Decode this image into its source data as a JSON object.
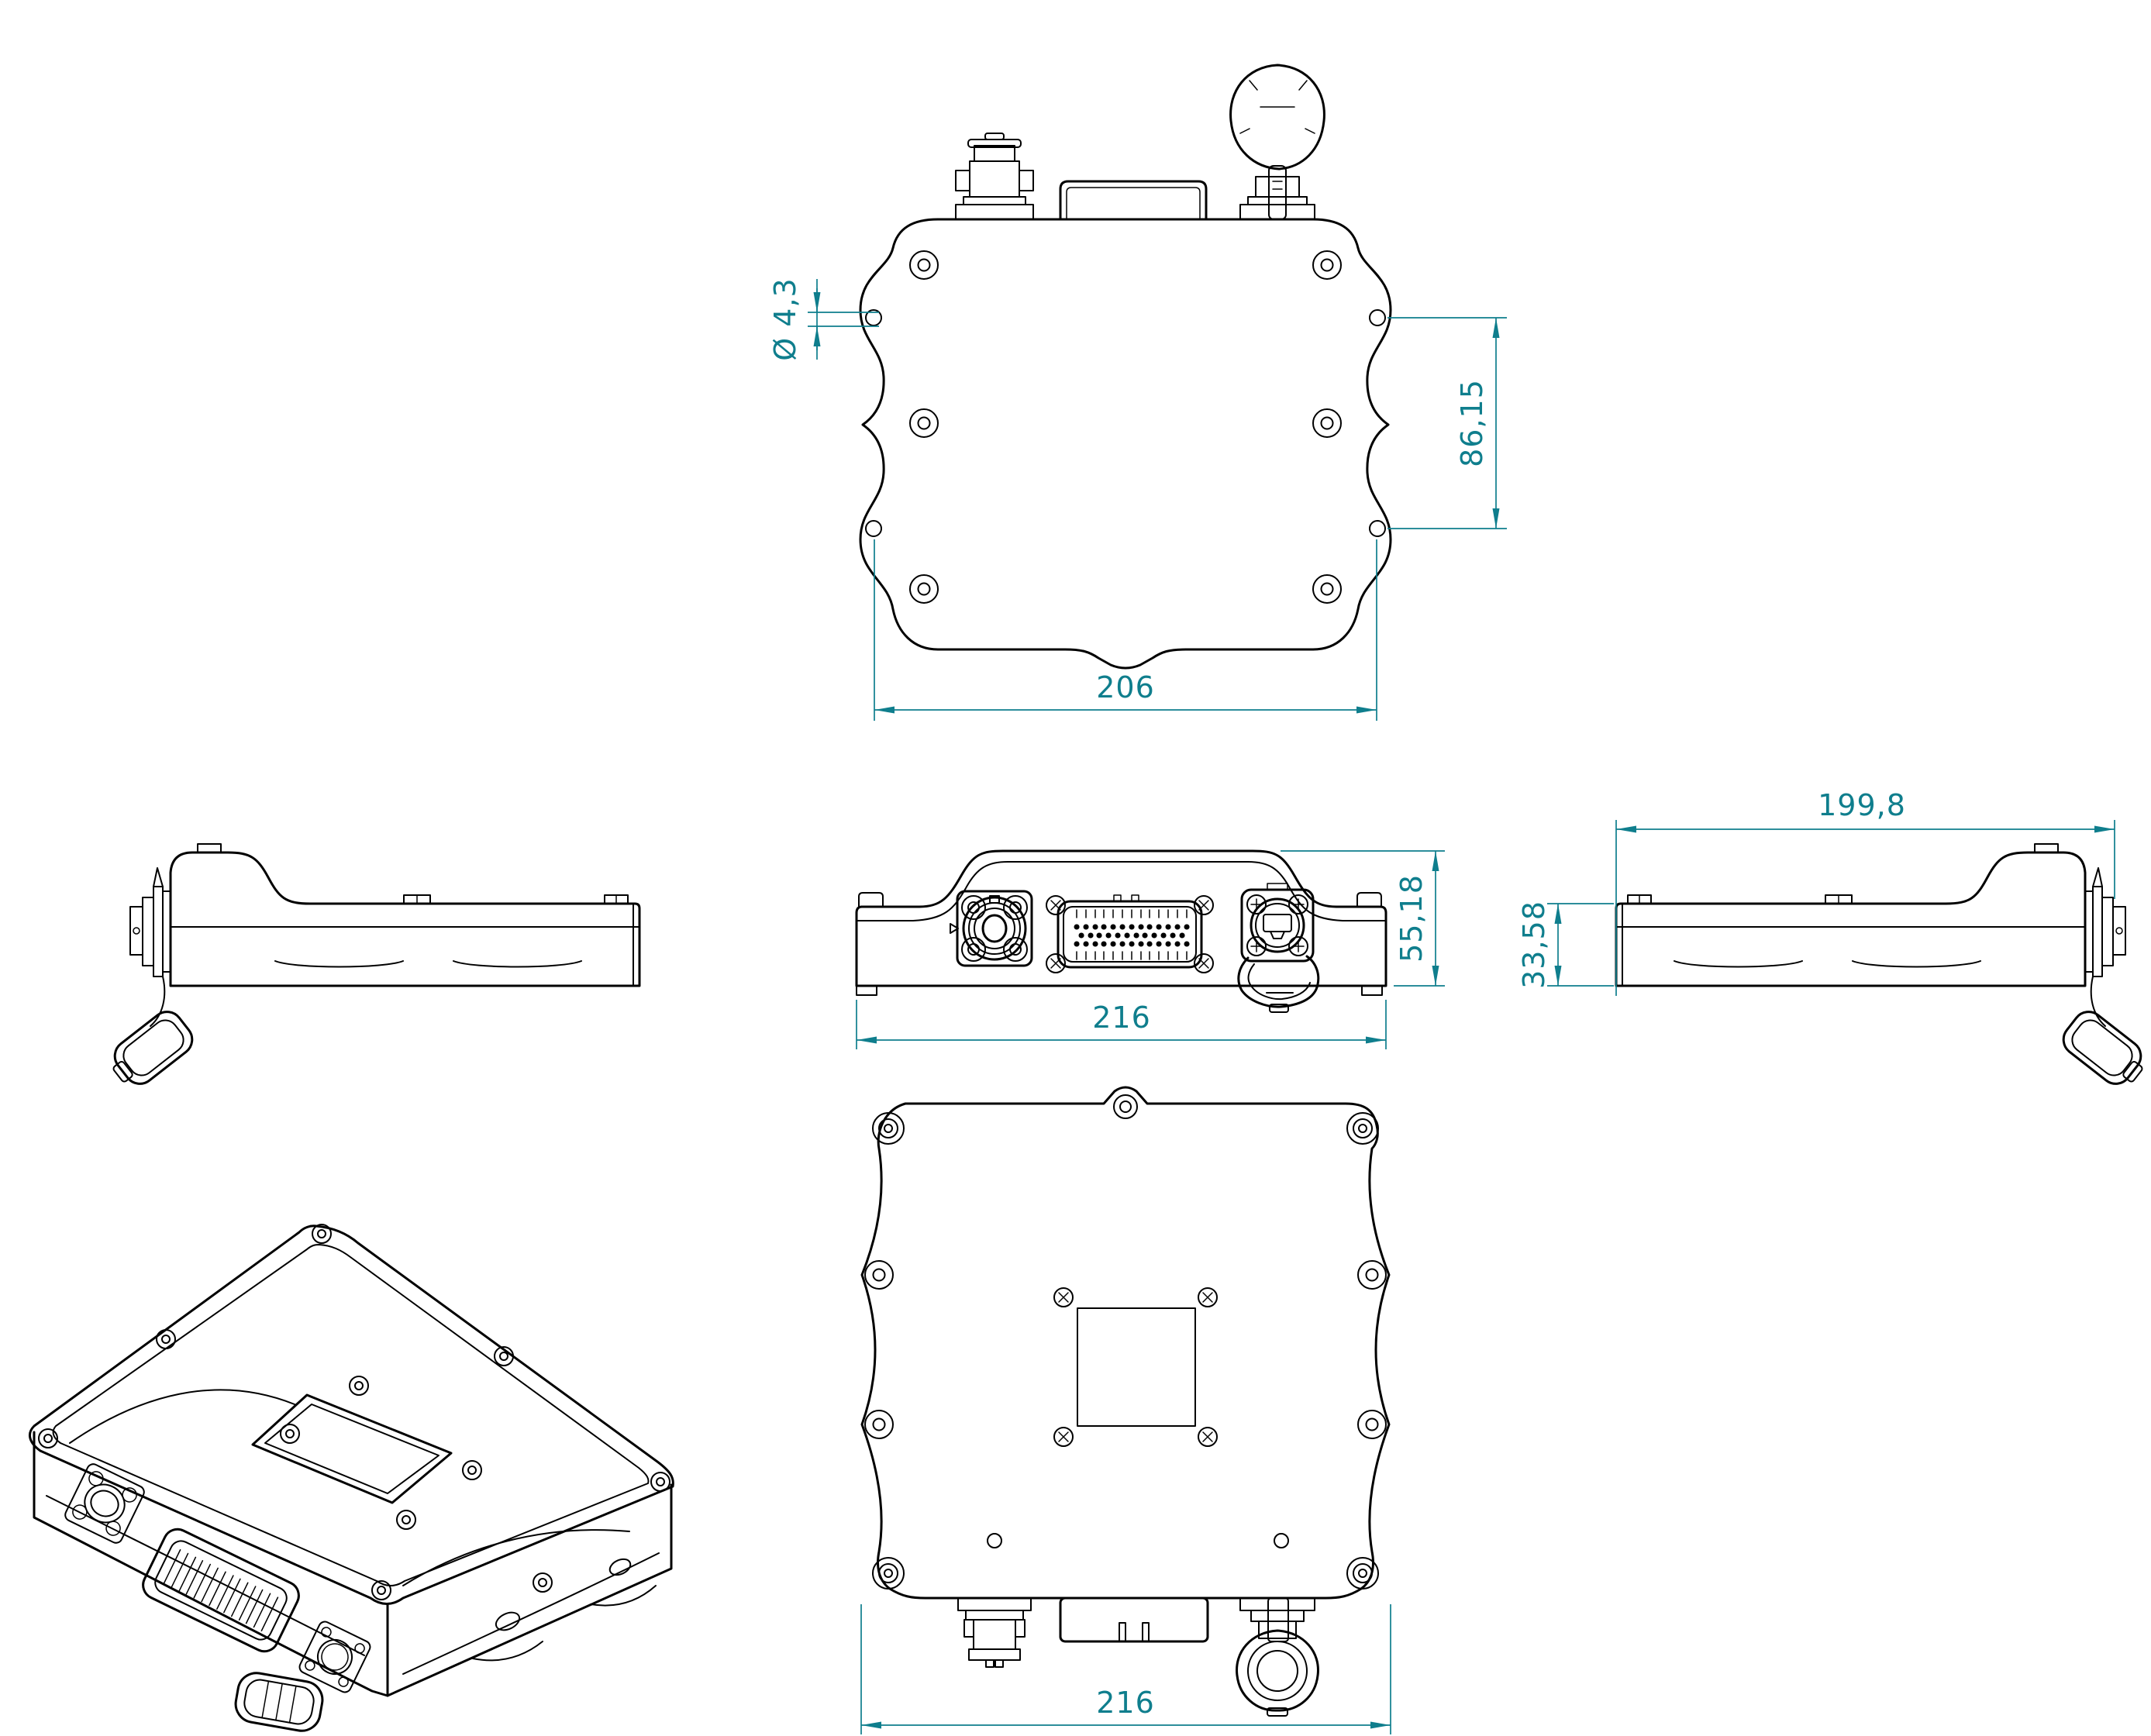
{
  "drawing": {
    "background_color": "#ffffff",
    "line_color": "#000000",
    "dimension_color": "#0f7e8d",
    "views": {
      "top_view": {
        "dimensions": {
          "hole_diameter": "Ø 4,3",
          "hole_pitch_vertical": "86,15",
          "hole_pitch_horizontal": "206"
        }
      },
      "front_view": {
        "dimensions": {
          "overall_width": "216",
          "overall_height": "55,18"
        }
      },
      "right_side_view": {
        "dimensions": {
          "top_length": "199,8",
          "base_height": "33,58"
        }
      },
      "bottom_view": {
        "dimensions": {
          "overall_width": "216"
        }
      }
    }
  }
}
